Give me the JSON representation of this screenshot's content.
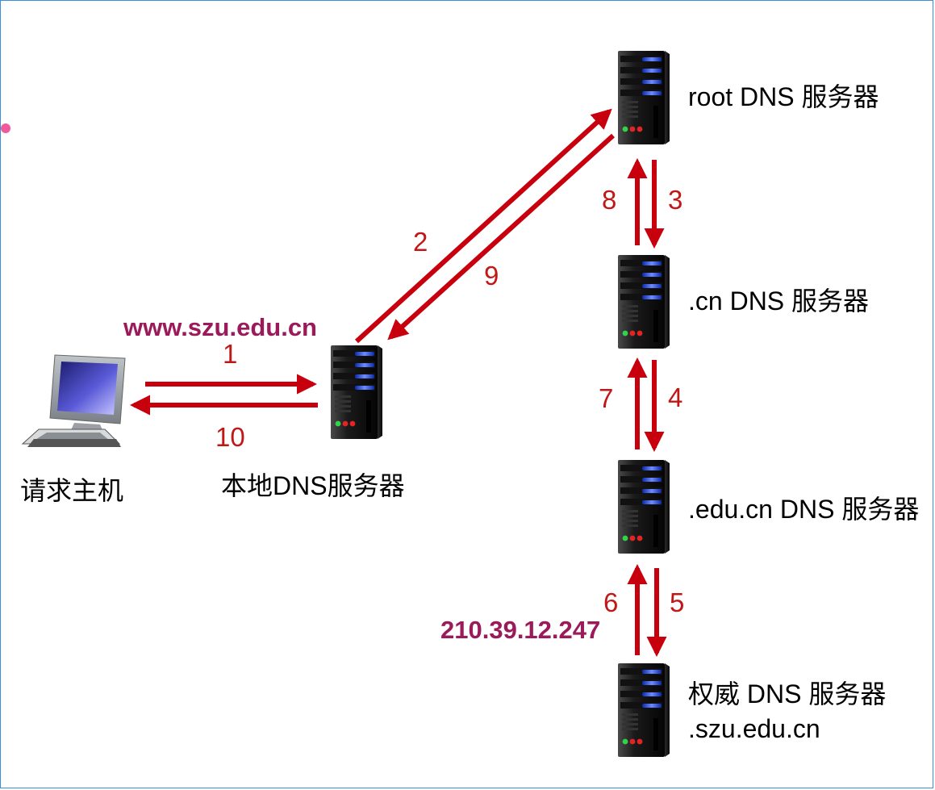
{
  "colors": {
    "arrow": "#c8000e",
    "step_number": "#c01818",
    "highlight": "#9b1b5a",
    "frame": "#3a8fd6",
    "marker": "#ee5a9a"
  },
  "nodes": {
    "host": {
      "label": "请求主机",
      "icon": "desktop-computer-icon"
    },
    "local_dns": {
      "label": "本地DNS服务器",
      "icon": "server-tower-icon"
    },
    "root_dns": {
      "label": "root DNS 服务器",
      "icon": "server-tower-icon"
    },
    "cn_dns": {
      "label": ".cn DNS 服务器",
      "icon": "server-tower-icon"
    },
    "edu_cn_dns": {
      "label": ".edu.cn DNS 服务器",
      "icon": "server-tower-icon"
    },
    "auth_dns": {
      "label": "权威 DNS 服务器",
      "label_line2": ".szu.edu.cn",
      "icon": "server-tower-icon"
    }
  },
  "query": {
    "domain": "www.szu.edu.cn",
    "answer_ip": "210.39.12.247"
  },
  "steps": [
    "1",
    "2",
    "3",
    "4",
    "5",
    "6",
    "7",
    "8",
    "9",
    "10"
  ]
}
